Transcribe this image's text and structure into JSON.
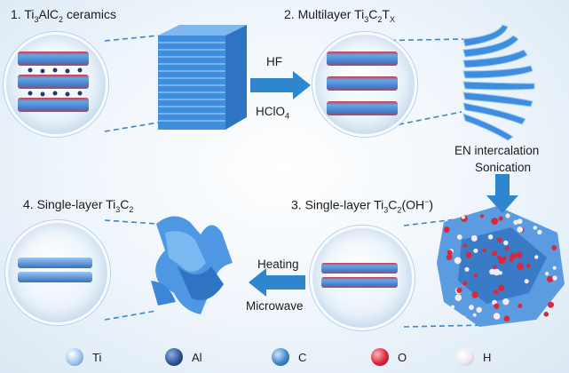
{
  "steps": {
    "step1": {
      "prefix": "1. Ti",
      "s1": "3",
      "mid": "AlC",
      "s2": "2",
      "suffix": " ceramics"
    },
    "step2": {
      "prefix": "2. Multilayer Ti",
      "s1": "3",
      "mid": "C",
      "s2": "2",
      "mid2": "T",
      "s3": "X"
    },
    "step3": {
      "prefix": "3. Single-layer Ti",
      "s1": "3",
      "mid": "C",
      "s2": "2",
      "suffix": "(OH",
      "sup": "−",
      "end": ")"
    },
    "step4": {
      "prefix": "4. Single-layer Ti",
      "s1": "3",
      "mid": "C",
      "s2": "2"
    }
  },
  "arrows": {
    "hf": "HF",
    "hclo4_prefix": "HClO",
    "hclo4_sub": "4",
    "en": "EN intercalation",
    "sonication": "Sonication",
    "heating": "Heating",
    "microwave": "Microwave"
  },
  "legend": [
    {
      "name": "ti",
      "label": "Ti",
      "color": "#9fc4ef"
    },
    {
      "name": "al",
      "label": "Al",
      "color": "#2a4f8f"
    },
    {
      "name": "c",
      "label": "C",
      "color": "#3f86c9"
    },
    {
      "name": "o",
      "label": "O",
      "color": "#d8283a"
    },
    {
      "name": "h",
      "label": "H",
      "color": "#efe9ef"
    }
  ],
  "colors": {
    "arrow": "#2e86cf",
    "layer_blue": "#4a8fd8",
    "layer_red": "#c93a47",
    "dashed": "#3f86c9"
  }
}
